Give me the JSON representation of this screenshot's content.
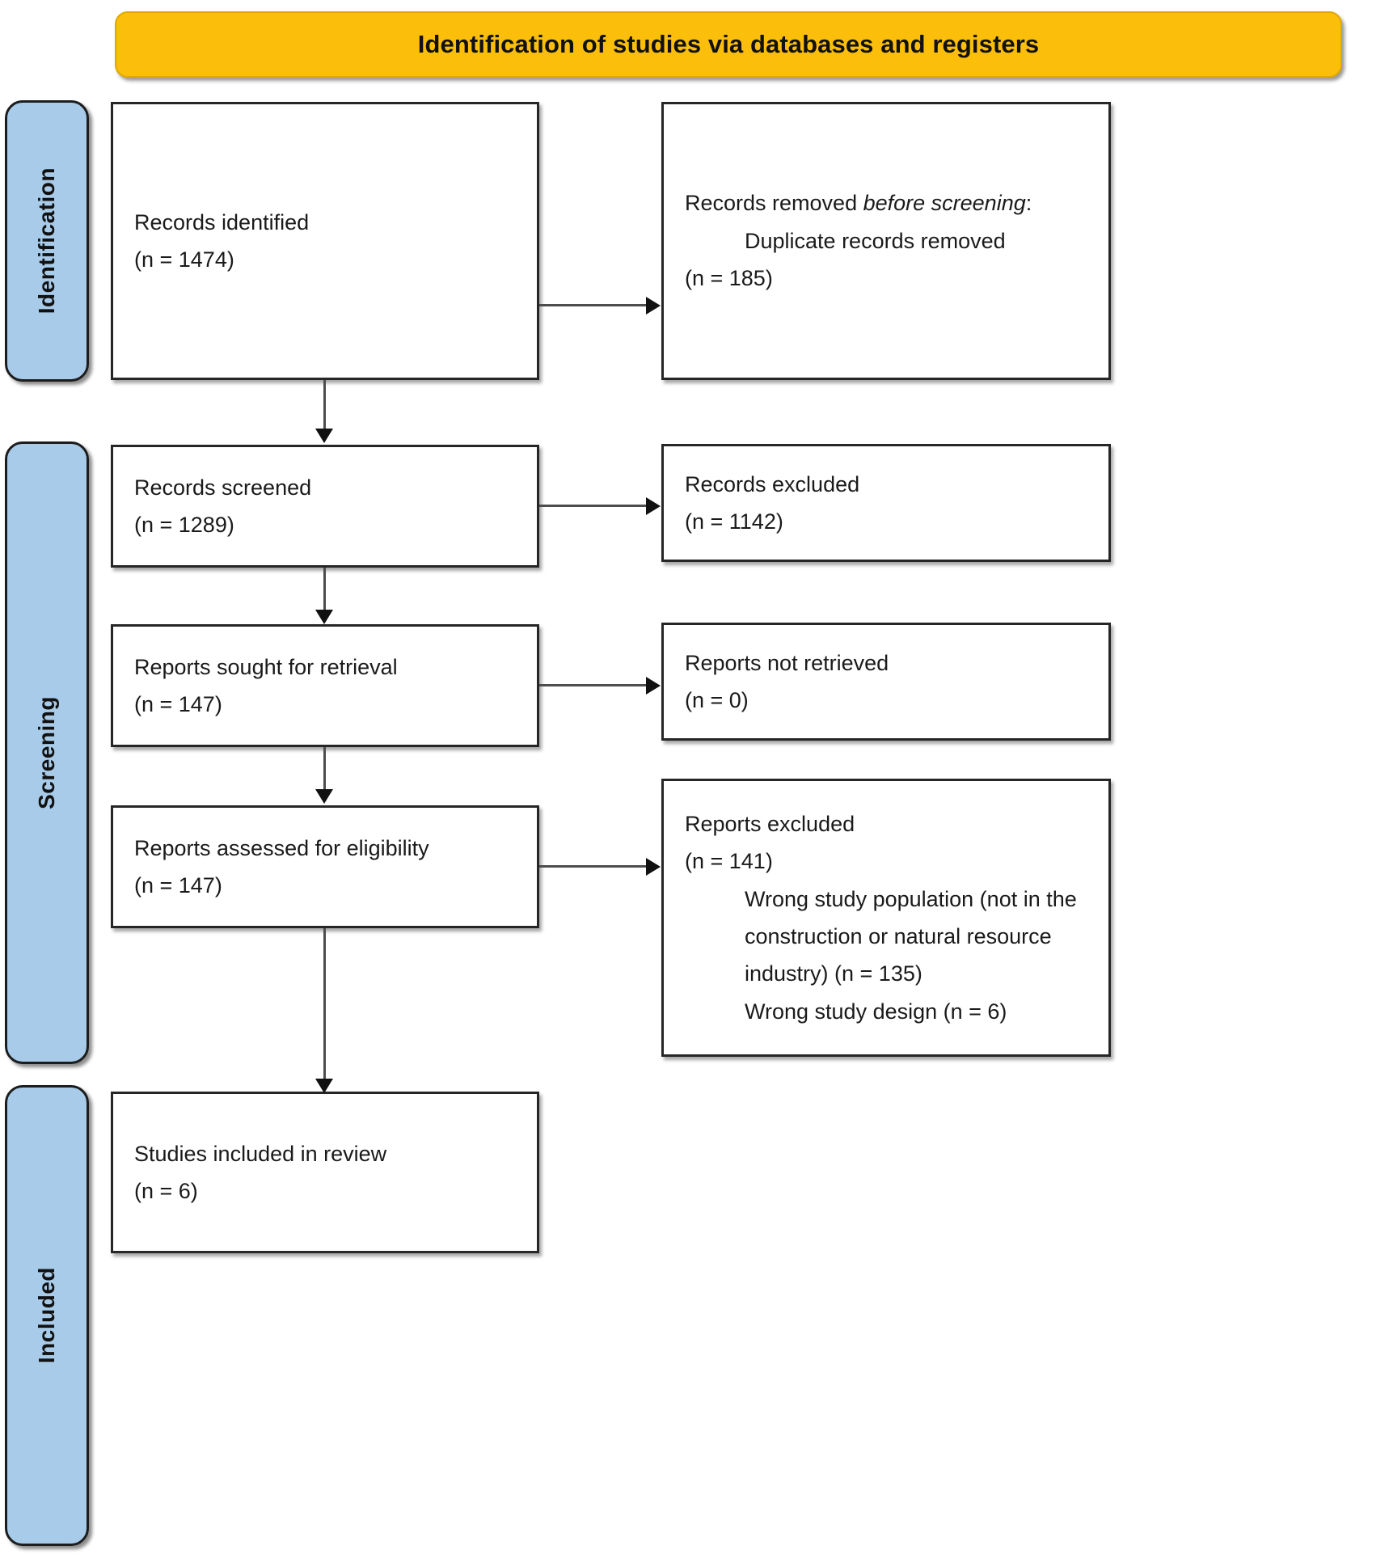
{
  "banner": {
    "title": "Identification of studies via databases and registers"
  },
  "stages": [
    {
      "id": "identification",
      "label": "Identification"
    },
    {
      "id": "screening",
      "label": "Screening"
    },
    {
      "id": "included",
      "label": "Included"
    }
  ],
  "colors": {
    "banner_fill": "#FBBF0B",
    "stage_fill": "#A7CBE8",
    "box_border": "#262626",
    "connector": "#4d4d4d",
    "text": "#1a1a1a"
  },
  "boxes": {
    "records_identified": {
      "line1": "Records identified",
      "line2": "(n = 1474)"
    },
    "records_removed": {
      "line1_prefix": "Records removed ",
      "line1_italic": "before screening",
      "line1_suffix": ":",
      "line2": "Duplicate records removed",
      "line3": "(n = 185)"
    },
    "records_screened": {
      "line1": "Records screened",
      "line2": "(n = 1289)"
    },
    "records_excluded": {
      "line1": "Records excluded",
      "line2": "(n = 1142)"
    },
    "reports_sought": {
      "line1": "Reports sought for retrieval",
      "line2": "(n = 147)"
    },
    "reports_not_retrieved": {
      "line1": "Reports not retrieved",
      "line2": "(n = 0)"
    },
    "reports_assessed": {
      "line1": "Reports assessed for eligibility",
      "line2": "(n = 147)"
    },
    "reports_excluded": {
      "line1": "Reports excluded",
      "line2": "(n = 141)",
      "line3": "Wrong study population (not in the",
      "line4": "construction or natural resource",
      "line5": "industry) (n = 135)",
      "line6": "Wrong study design (n = 6)"
    },
    "studies_included": {
      "line1": "Studies included in review",
      "line2": "(n = 6)"
    }
  }
}
